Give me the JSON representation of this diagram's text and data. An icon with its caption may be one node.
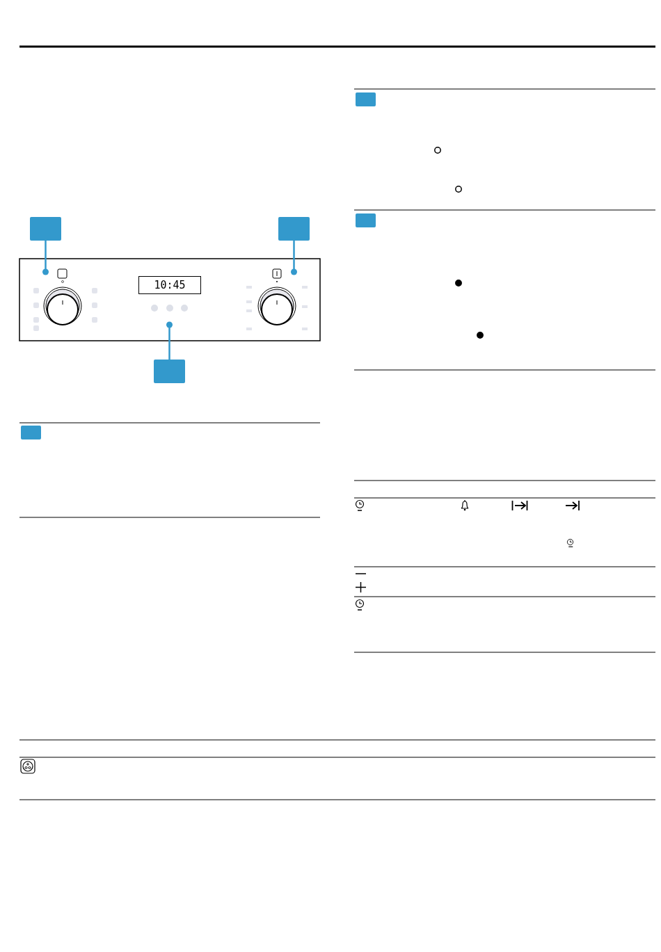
{
  "diagram": {
    "nodes": [
      {
        "text": [],
        "shape": "box"
      },
      {
        "text": [],
        "shape": "box"
      },
      {
        "text": [],
        "shape": "circle"
      },
      {
        "text": [],
        "shape": "circle"
      },
      {
        "text": [],
        "shape": "circle"
      },
      {
        "text": [],
        "shape": "box"
      },
      {
        "text": [],
        "shape": "box"
      },
      {
        "text": [],
        "shape": "box"
      },
      {
        "text": [],
        "shape": "box"
      }
    ],
    "edges": [
      {
        "from": 0,
        "to": 2,
        "arrow": "other"
      },
      {
        "from": 1,
        "to": 3,
        "arrow": "other"
      },
      {
        "from": 5,
        "to": 4,
        "arrow": "other"
      }
    ],
    "labels": [
      "10:45"
    ]
  }
}
